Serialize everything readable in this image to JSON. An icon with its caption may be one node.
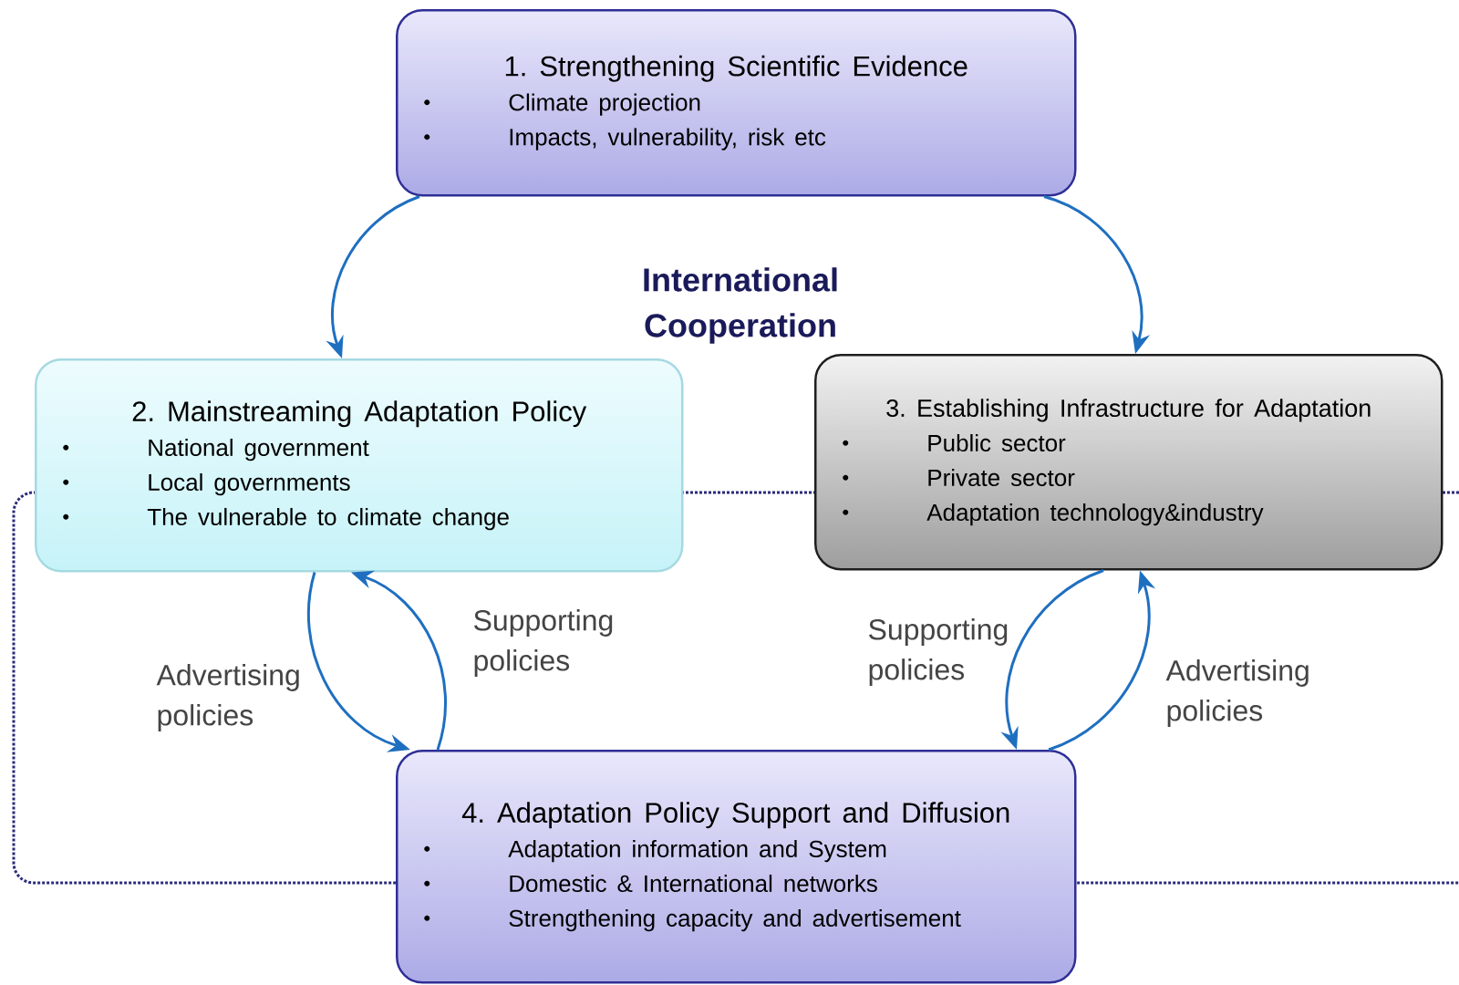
{
  "diagram": {
    "nodes": [
      {
        "text": [
          "1. Strengthening Scientific Evidence",
          "Climate projection",
          "Impacts, vulnerability, risk etc"
        ]
      },
      {
        "text": [
          "2. Mainstreaming Adaptation Policy",
          "National government",
          "Local governments",
          "The vulnerable to climate change"
        ]
      },
      {
        "text": [
          "3. Establishing Infrastructure for Adaptation",
          "Public sector",
          "Private sector",
          "Adaptation technology&industry"
        ]
      },
      {
        "text": [
          "4. Adaptation Policy Support and Diffusion",
          "Adaptation information and System",
          "Domestic & International networks",
          "Strengthening capacity and advertisement"
        ]
      }
    ],
    "edges": [
      {
        "from": 0,
        "to": 1,
        "arrow": "to"
      },
      {
        "from": 0,
        "to": 2,
        "arrow": "to"
      },
      {
        "from": 3,
        "to": 1,
        "arrow": "to",
        "label": "Supporting policies"
      },
      {
        "from": 1,
        "to": 3,
        "arrow": "to",
        "label": "Advertising policies"
      },
      {
        "from": 2,
        "to": 3,
        "arrow": "to",
        "label": "Supporting policies"
      },
      {
        "from": 3,
        "to": 2,
        "arrow": "to",
        "label": "Advertising policies"
      }
    ],
    "labels": [
      "International Cooperation"
    ]
  }
}
